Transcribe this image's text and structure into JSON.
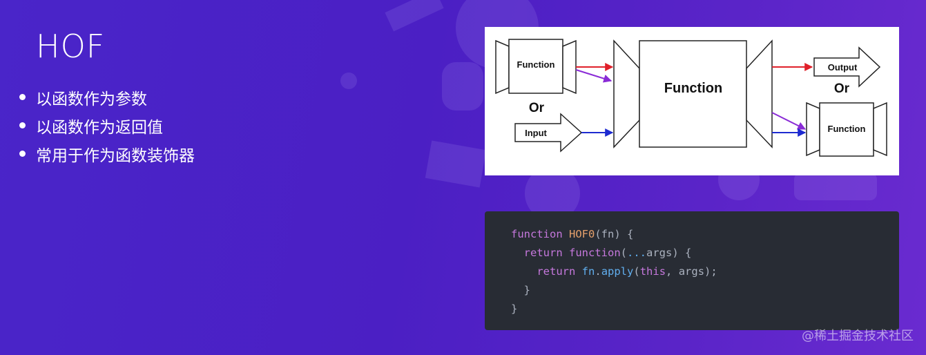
{
  "slide": {
    "title": "HOF",
    "bullets": [
      "以函数作为参数",
      "以函数作为返回值",
      "常用于作为函数装饰器"
    ]
  },
  "diagram": {
    "left_box_label": "Function",
    "left_or": "Or",
    "input_label": "Input",
    "center_label": "Function",
    "output_label": "Output",
    "right_or": "Or",
    "right_box_label": "Function"
  },
  "code": {
    "line1": {
      "kw": "function",
      "name": "HOF0",
      "rest": "(fn) {"
    },
    "line2": {
      "kw": "return",
      "kw2": "function",
      "open": "(",
      "spread": "...",
      "rest": "args) {"
    },
    "line3": {
      "kw": "return",
      "obj": "fn",
      "dot": ".",
      "method": "apply",
      "open": "(",
      "this": "this",
      "rest": ", args);"
    },
    "line4": "}",
    "line5": "}"
  },
  "watermark": "@稀土掘金技术社区",
  "colors": {
    "background": "#4b1fc4",
    "code_background": "#282c34",
    "arrow_red": "#e0202a",
    "arrow_purple": "#8a2bd6",
    "arrow_blue": "#1d2ad0"
  }
}
